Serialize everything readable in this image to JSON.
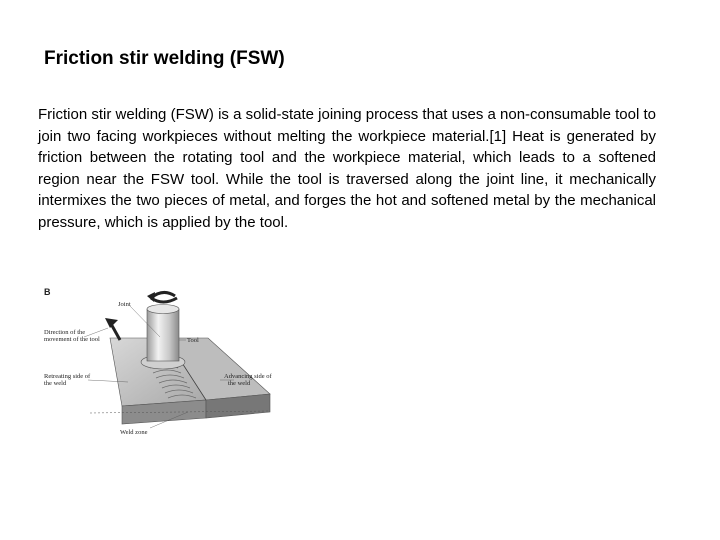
{
  "slide": {
    "title": "Friction stir welding (FSW)",
    "paragraph": "Friction stir welding (FSW) is a solid-state joining process that uses a non-consumable tool to join two facing workpieces without melting the workpiece material.[1] Heat is generated by friction between the rotating tool and the workpiece material, which leads to a softened region near the FSW tool. While the tool is traversed along the joint line, it mechanically intermixes the two pieces of metal, and forges the hot and softened metal by the mechanical pressure, which is applied by the tool."
  },
  "figure": {
    "panel_letter": "B",
    "labels": {
      "joint": "Joint",
      "direction_line1": "Direction of the",
      "direction_line2": "movement of the tool",
      "tool": "Tool",
      "retreating_line1": "Retreating side of",
      "retreating_line2": "the weld",
      "advancing_line1": "Advancing side of",
      "advancing_line2": "the weld",
      "weld_zone": "Weld zone"
    }
  }
}
